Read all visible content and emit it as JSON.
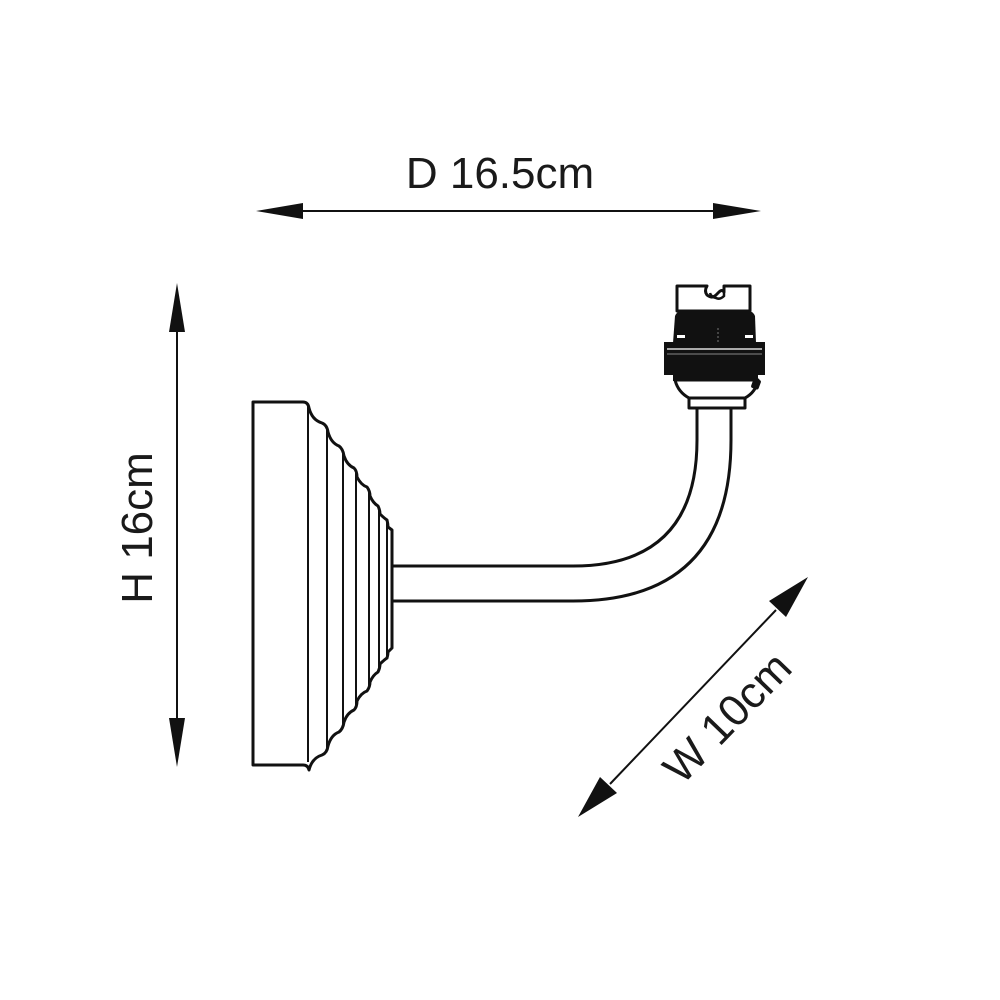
{
  "diagram": {
    "subject": "wall light with stepped back plate, curved arm and bayonet lamp holder",
    "colors": {
      "line": "#111111",
      "background": "#ffffff",
      "socket_fill": "#111111"
    },
    "dimensions": {
      "depth": {
        "label": "D 16.5cm",
        "orientation": "horizontal"
      },
      "height": {
        "label": "H 16cm",
        "orientation": "vertical"
      },
      "width": {
        "label": "W 10cm",
        "orientation": "diagonal"
      }
    }
  }
}
